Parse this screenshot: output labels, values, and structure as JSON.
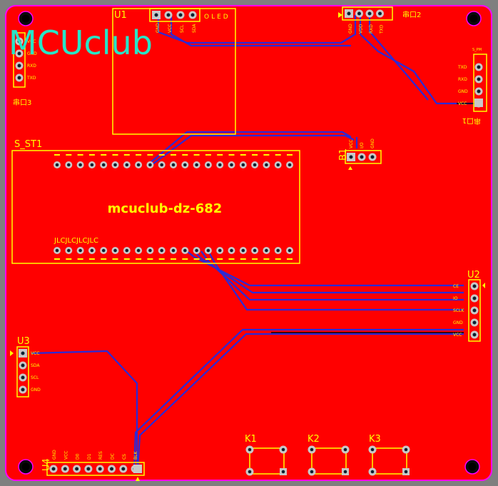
{
  "colors": {
    "background": "#7f7f7f",
    "board": "#ff0000",
    "board_outline": "#ff00ff",
    "silkscreen": "#ffff00",
    "trace": "#3c3cff",
    "pad": "#c8c8c8",
    "logo": "#26e6c8"
  },
  "logo_text": "MCUclub",
  "board_label": "mcuclub-dz-682",
  "jlc_text": "JLCJLCJLCJLC",
  "oled": {
    "ref": "U1",
    "name": "OLED",
    "pins": [
      "GND",
      "VCC",
      "SCL",
      "SDA"
    ]
  },
  "serial2": {
    "ref": "串口2",
    "pins": [
      "GND",
      "VDD",
      "RXD",
      "TXD"
    ]
  },
  "serial3": {
    "ref": "串口3",
    "pins": [
      "VCC",
      "GND",
      "RXD",
      "TXD"
    ]
  },
  "serial1": {
    "ref": "串口1",
    "top_label": "S_PM",
    "pins": [
      "TXD",
      "RXD",
      "GND",
      "VCC"
    ]
  },
  "mcu": {
    "ref": "S_ST1"
  },
  "buzzer": {
    "ref": "B1",
    "pins": [
      "VCC",
      "I/O",
      "GND"
    ]
  },
  "u2": {
    "ref": "U2",
    "pins": [
      "CE",
      "IO",
      "SCLK",
      "GND",
      "VCC"
    ]
  },
  "u3": {
    "ref": "U3",
    "pins": [
      "VCC",
      "SDA",
      "SCL",
      "GND"
    ]
  },
  "u4": {
    "ref": "U4",
    "pins": [
      "GND",
      "VCC",
      "D0",
      "D1",
      "RES",
      "DC",
      "CS",
      "BLK"
    ]
  },
  "keys": [
    {
      "ref": "K1"
    },
    {
      "ref": "K2"
    },
    {
      "ref": "K3"
    }
  ],
  "icons": [
    "mounting-hole-icon",
    "pin1-marker-icon"
  ]
}
